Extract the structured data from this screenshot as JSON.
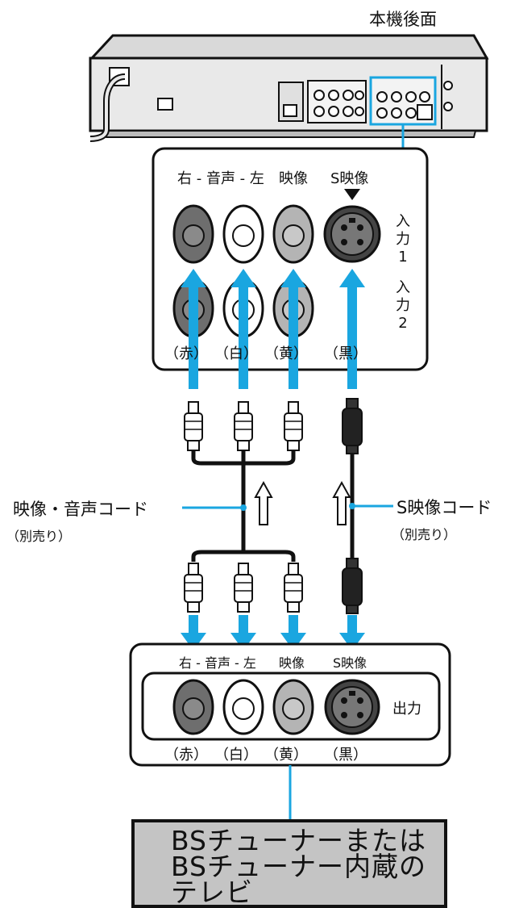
{
  "device_rear_label": "本機後面",
  "input_panel": {
    "headers": {
      "audio": "右 - 音声 - 左",
      "video": "映像",
      "svideo": "S映像"
    },
    "input1": [
      "入",
      "力",
      "1"
    ],
    "input2": [
      "入",
      "力",
      "2"
    ],
    "color_labels": [
      "（赤）",
      "（白）",
      "（黄）",
      "（黒）"
    ]
  },
  "cable_av": {
    "name": "映像・音声コード",
    "note": "（別売り）"
  },
  "cable_s": {
    "name": "S映像コード",
    "note": "（別売り）"
  },
  "output_panel": {
    "headers": {
      "audio": "右 - 音声 - 左",
      "video": "映像",
      "svideo": "S映像"
    },
    "output_label": "出力",
    "color_labels": [
      "（赤）",
      "（白）",
      "（黄）",
      "（黒）"
    ]
  },
  "tuner_box": {
    "lines": [
      "BSチューナーまたは",
      "BSチューナー内蔵の",
      "テレビ"
    ],
    "fill": "#c4c4c4"
  },
  "colors": {
    "arrow": "#1aa6e0",
    "leader": "#1aa6e0",
    "jack_red": "#6e6e6e",
    "jack_white": "#ffffff",
    "jack_yellow": "#b4b4b4",
    "jack_black": "#555555"
  }
}
